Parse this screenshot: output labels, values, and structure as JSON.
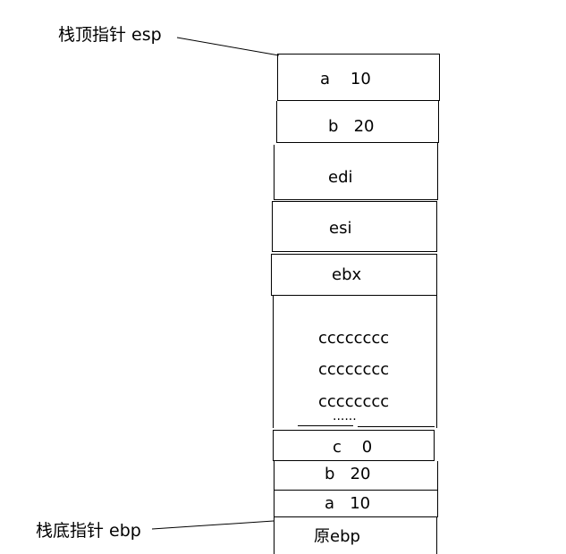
{
  "stack_top_pointer": {
    "label": "栈顶指针 esp"
  },
  "stack_bottom_pointer": {
    "label": "栈底指针 ebp"
  },
  "cells": {
    "a_top": "a    10",
    "b_top": "b   20",
    "edi": "edi",
    "esi": "esi",
    "ebx": "ebx",
    "fill_1": "cccccccc",
    "fill_2": "cccccccc",
    "fill_3": "cccccccc",
    "ellipsis": "......",
    "c": "c    0",
    "b_bottom": "b   20",
    "a_bottom": "a   10",
    "old_ebp": "原ebp"
  }
}
